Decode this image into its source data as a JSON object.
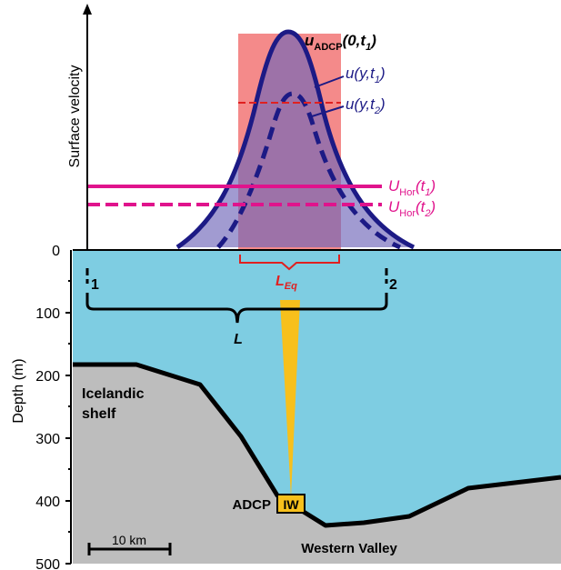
{
  "top_panel": {
    "y_axis_label": "Surface velocity",
    "zero_label": "0",
    "curve_labels": {
      "u_adcp_main": "u",
      "u_adcp_sub": "ADCP",
      "u_adcp_args": "(0,t",
      "u_adcp_argsub": "1",
      "u_adcp_close": ")",
      "u1_main": "u(y,t",
      "u1_sub": "1",
      "u1_close": ")",
      "u2_main": "u(y,t",
      "u2_sub": "2",
      "u2_close": ")",
      "uhor1_main": "U",
      "uhor1_sub": "Hor",
      "uhor1_args": "(t",
      "uhor1_argsub": "1",
      "uhor1_close": ")",
      "uhor2_main": "U",
      "uhor2_sub": "Hor",
      "uhor2_args": "(t",
      "uhor2_argsub": "2",
      "uhor2_close": ")"
    },
    "leq_main": "L",
    "leq_sub": "Eq"
  },
  "bottom_panel": {
    "y_axis_label": "Depth (m)",
    "depth_ticks": [
      "100",
      "200",
      "300",
      "400",
      "500"
    ],
    "marker_1": "1",
    "marker_2": "2",
    "width_label": "L",
    "shelf_label_line1": "Icelandic",
    "shelf_label_line2": "shelf",
    "adcp_label": "ADCP",
    "iw_label": "IW",
    "valley_label": "Western Valley",
    "scale_label": "10 km"
  },
  "colors": {
    "water": "#7ecde2",
    "seabed": "#bdbdbd",
    "navy": "#1c1a85",
    "gaussian_fill": "#8f88c9",
    "leq_box": "#f37d7d",
    "magenta": "#e0138c",
    "adcp_beam": "#f7c01c",
    "red": "#e02020"
  }
}
